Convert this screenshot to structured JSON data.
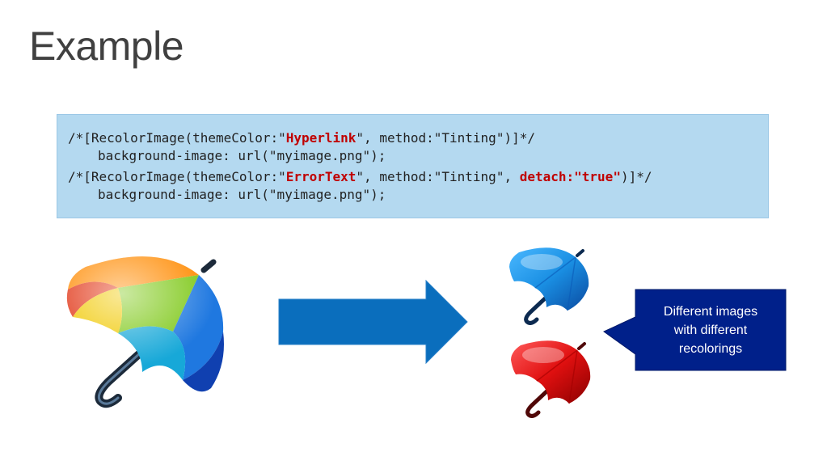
{
  "slide": {
    "title": "Example"
  },
  "code": {
    "line1": {
      "prefix": "/*[RecolorImage(themeColor:\"",
      "color_value": "Hyperlink",
      "suffix": "\", method:\"Tinting\")]*/"
    },
    "line2": "background-image: url(\"myimage.png\");",
    "line3": {
      "prefix": "/*[RecolorImage(themeColor:\"",
      "color_value": "ErrorText",
      "middle": "\", method:\"Tinting\", ",
      "detach": "detach:\"true\"",
      "suffix": ")]*/"
    },
    "line4": "background-image: url(\"myimage.png\");"
  },
  "callout": {
    "line1": "Different images",
    "line2": "with different",
    "line3": "recolorings"
  },
  "colors": {
    "code_background": "#b4d9f0",
    "keyword": "#c00000",
    "arrow": "#0a6ebd",
    "callout": "#00208a",
    "hyperlink_tint": "#1a8fe3",
    "errortext_tint": "#e01010"
  },
  "icons": {
    "original": "rainbow-umbrella-icon",
    "blue": "blue-umbrella-icon",
    "red": "red-umbrella-icon",
    "arrow": "right-arrow-icon"
  }
}
